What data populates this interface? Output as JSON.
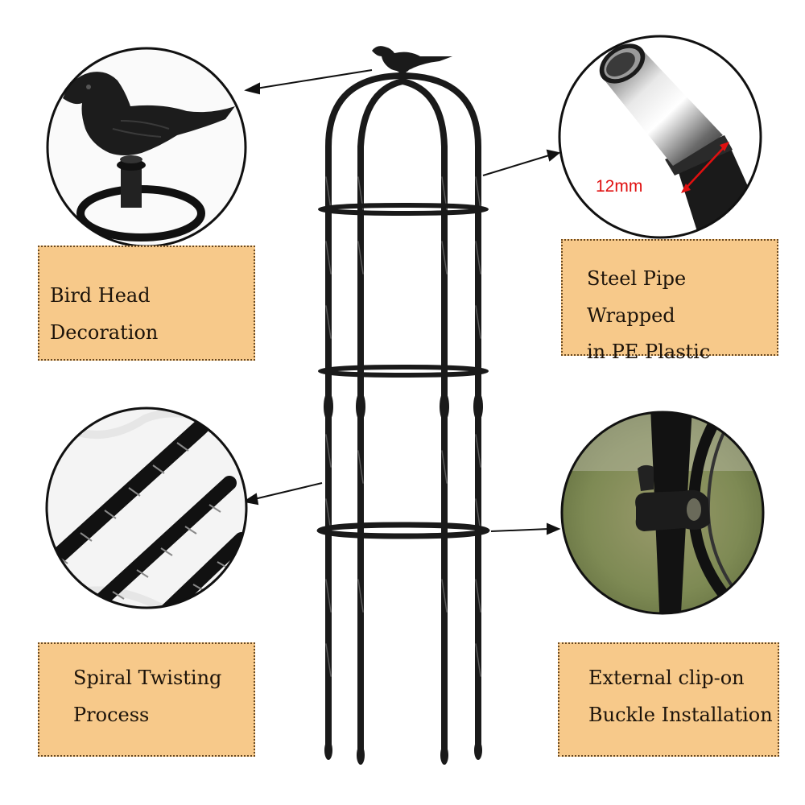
{
  "callouts": {
    "bird_head": {
      "lines": [
        "Bird Head Decoration"
      ],
      "icon": "bird-head-decoration-icon"
    },
    "steel_pipe": {
      "lines": [
        "Steel Pipe Wrapped",
        "in PE Plastic"
      ],
      "measure": "12mm",
      "icon": "steel-pipe-icon"
    },
    "spiral": {
      "lines": [
        "Spiral Twisting",
        "Process"
      ],
      "icon": "spiral-twist-icon"
    },
    "clip": {
      "lines": [
        "External clip-on",
        "Buckle Installation"
      ],
      "icon": "clip-buckle-icon"
    }
  },
  "colors": {
    "label_fill": "#f7c98a",
    "label_border": "#6b4a22",
    "measure_text": "#e01010",
    "metal": "#1a1a1a"
  }
}
